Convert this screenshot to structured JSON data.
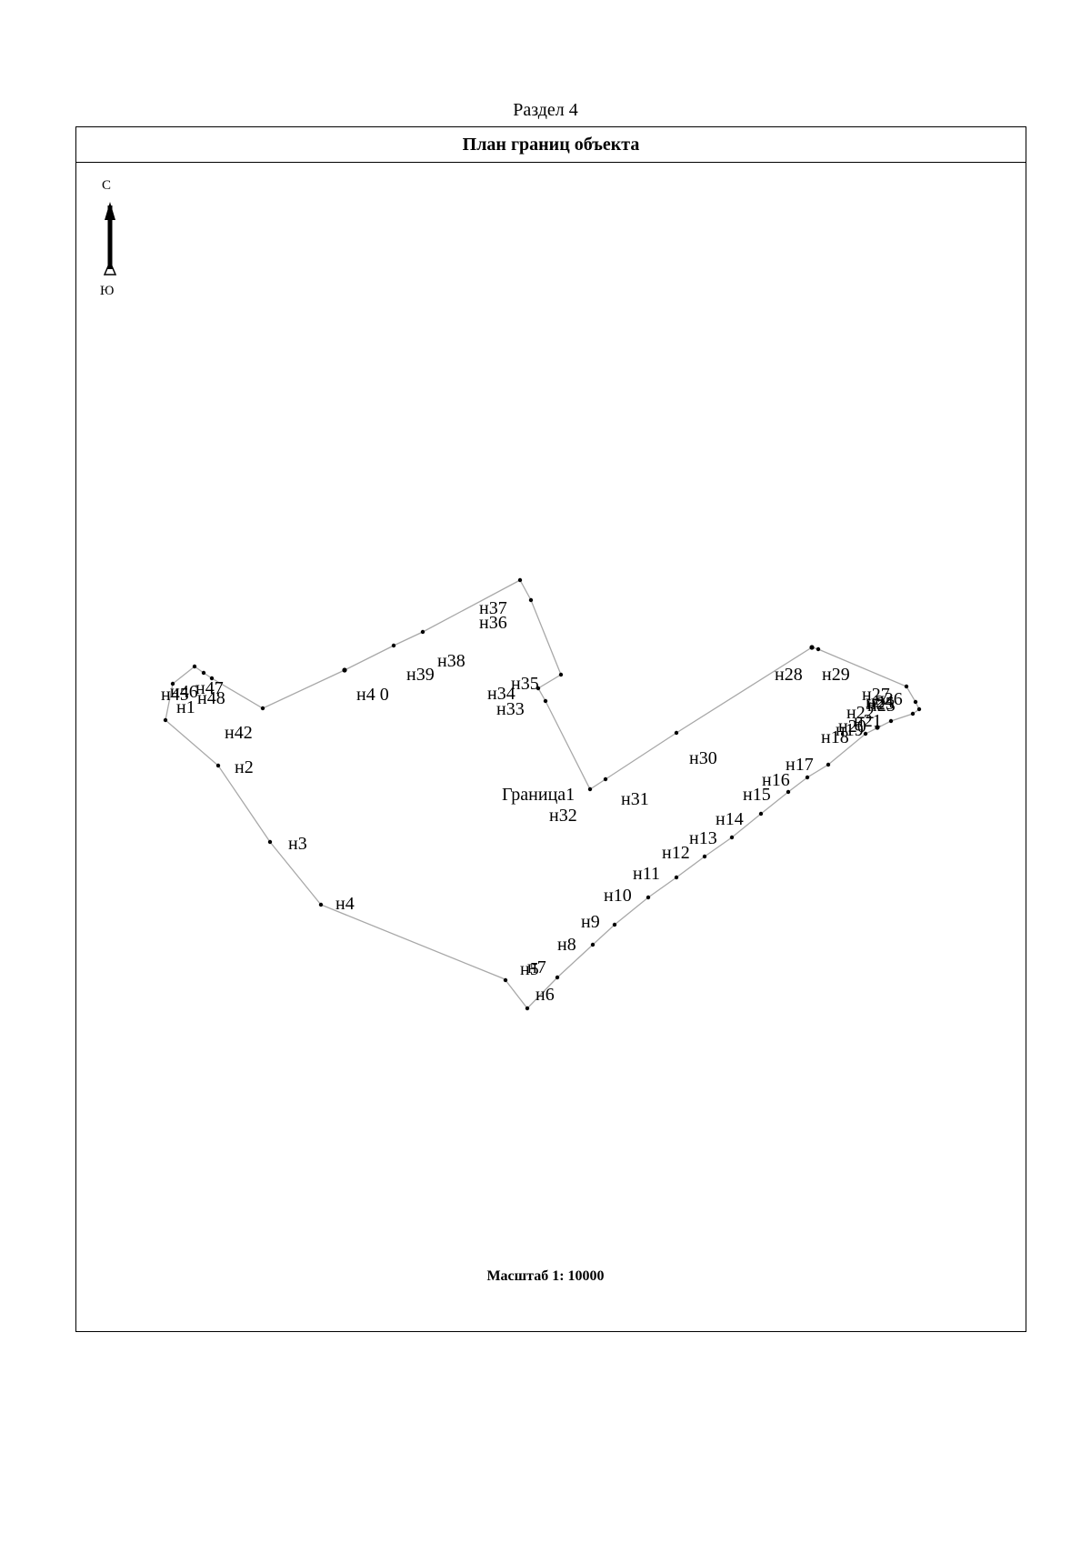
{
  "section_title": "Раздел 4",
  "table_header": "План границ объекта",
  "north_arrow": {
    "north_label": "С",
    "south_label": "Ю",
    "icon": "north-arrow-icon"
  },
  "scale_label": "Масштаб 1: 10000",
  "colors": {
    "boundary_line": "#a8a8a8",
    "point": "#000000"
  },
  "point_labels": [
    "н1",
    "н2",
    "н3",
    "н4",
    "н5",
    "н6",
    "н7",
    "н8",
    "н9",
    "н10",
    "н11",
    "н12",
    "н13",
    "н14",
    "н15",
    "н16",
    "н17",
    "н18",
    "н19",
    "н20",
    "н21",
    "н22",
    "н23",
    "н24",
    "н25",
    "н26",
    "н27",
    "н28",
    "н29",
    "н30",
    "н31",
    "н32",
    "н33",
    "н34",
    "н35",
    "н36",
    "н37",
    "н38",
    "н39",
    "н4 0",
    "н42",
    "н45",
    "н46",
    "н47",
    "н48",
    "Граница1"
  ]
}
